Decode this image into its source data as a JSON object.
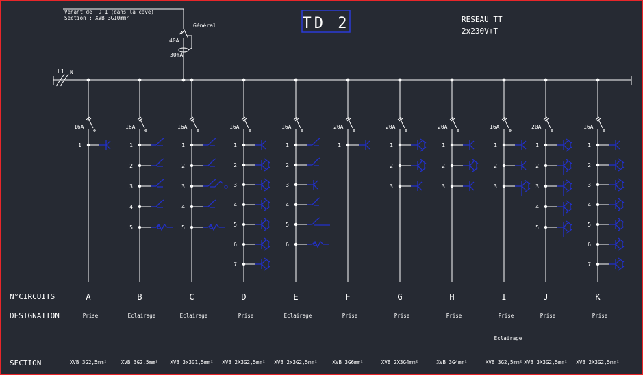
{
  "header": {
    "title": "TD 2",
    "source_line1": "Venant de TD 1 (dans la cave)",
    "source_line2": "Section : XVB 3G10mm²",
    "main_breaker_label": "Général",
    "main_breaker_rating": "40A",
    "main_breaker_sensitivity": "30mA",
    "network_line1": "RESEAU  TT",
    "network_line2": "2x230V+T",
    "bus_phase_label": "L1",
    "bus_neutral_label": "N"
  },
  "row_labels": {
    "circuits": "N°CIRCUITS",
    "designation": "DESIGNATION",
    "section": "SECTION"
  },
  "colors": {
    "background": "#262a33",
    "line": "#ffffff",
    "symbol": "#2230c8",
    "frame": "#e8262a"
  },
  "circuits": [
    {
      "letter": "A",
      "rating": "16A",
      "designation": "Prise",
      "section": "XVB 3G2,5mm²",
      "points": [
        "1"
      ],
      "kinds": [
        "socket"
      ]
    },
    {
      "letter": "B",
      "rating": "16A",
      "designation": "Eclairage",
      "section": "XVB 3G2,5mm²",
      "points": [
        "1",
        "2",
        "3",
        "4",
        "5"
      ],
      "kinds": [
        "light",
        "light",
        "light",
        "light",
        "fluo"
      ]
    },
    {
      "letter": "C",
      "rating": "16A",
      "designation": "Eclairage",
      "section": "XVB 3x3G1,5mm²",
      "points": [
        "1",
        "2",
        "3",
        "4",
        "5"
      ],
      "kinds": [
        "light",
        "light",
        "light2",
        "light",
        "fluo"
      ]
    },
    {
      "letter": "D",
      "rating": "16A",
      "designation": "Prise",
      "section": "XVB 2X3G2,5mm²",
      "points": [
        "1",
        "2",
        "3",
        "4",
        "5",
        "6",
        "7"
      ],
      "kinds": [
        "socket",
        "socket2",
        "socket2",
        "socket2",
        "socket2",
        "socket2",
        "socket2"
      ]
    },
    {
      "letter": "E",
      "rating": "16A",
      "designation": "Eclairage",
      "section": "XVB 2x3G2,5mm²",
      "points": [
        "1",
        "2",
        "3",
        "4",
        "5",
        "6"
      ],
      "kinds": [
        "light",
        "light",
        "socket",
        "light",
        "lightwire",
        "fluo"
      ]
    },
    {
      "letter": "F",
      "rating": "20A",
      "designation": "Prise",
      "section": "XVB 3G6mm²",
      "points": [
        "1"
      ],
      "kinds": [
        "socket"
      ]
    },
    {
      "letter": "G",
      "rating": "20A",
      "designation": "Prise",
      "section": "XVB 2X3G4mm²",
      "points": [
        "1",
        "2",
        "3"
      ],
      "kinds": [
        "socket2",
        "socket2",
        "socket"
      ]
    },
    {
      "letter": "H",
      "rating": "20A",
      "designation": "Prise",
      "section": "XVB 3G4mm²",
      "points": [
        "1",
        "2",
        "3"
      ],
      "kinds": [
        "socket",
        "socket2",
        "socket"
      ]
    },
    {
      "letter": "I",
      "rating": "16A",
      "designation": "Prise",
      "section": "XVB 3G2,5mm²",
      "points": [
        "1",
        "2",
        "3"
      ],
      "kinds": [
        "socket",
        "socket",
        "socket3"
      ]
    },
    {
      "letter": "J",
      "rating": "20A",
      "designation": "Prise",
      "section": "XVB 3X3G2,5mm²",
      "points": [
        "1",
        "2",
        "3",
        "4",
        "5"
      ],
      "kinds": [
        "socket2",
        "socket3",
        "socket3",
        "socket3",
        "socket3"
      ]
    },
    {
      "letter": "K",
      "rating": "16A",
      "designation": "Prise",
      "section": "XVB 2X3G2,5mm²",
      "points": [
        "1",
        "2",
        "3",
        "4",
        "5",
        "6",
        "7"
      ],
      "kinds": [
        "socket",
        "socket2",
        "socket2",
        "socket2",
        "socket2",
        "socket2",
        "socket2"
      ]
    }
  ],
  "footnote": "Eclairage"
}
